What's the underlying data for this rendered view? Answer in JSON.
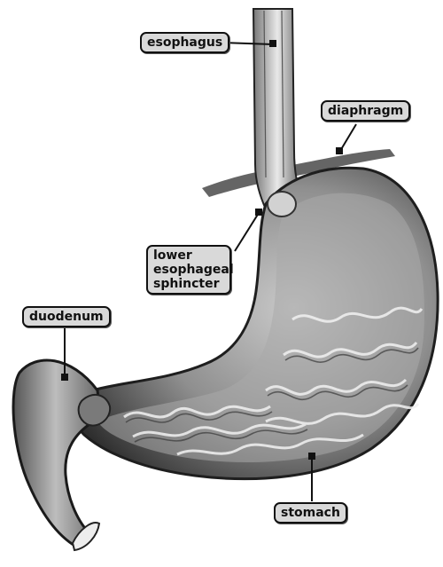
{
  "diagram": {
    "labels": {
      "esophagus": "esophagus",
      "diaphragm": "diaphragm",
      "lower_esophageal_sphincter": "lower\nesophageal\nsphincter",
      "duodenum": "duodenum",
      "stomach": "stomach"
    }
  },
  "colors": {
    "label_fill": "#d9d9d9",
    "label_border": "#111111",
    "tissue_dark": "#3a3a3a",
    "tissue_mid": "#8a8a8a",
    "tissue_light": "#d8d8d8"
  }
}
